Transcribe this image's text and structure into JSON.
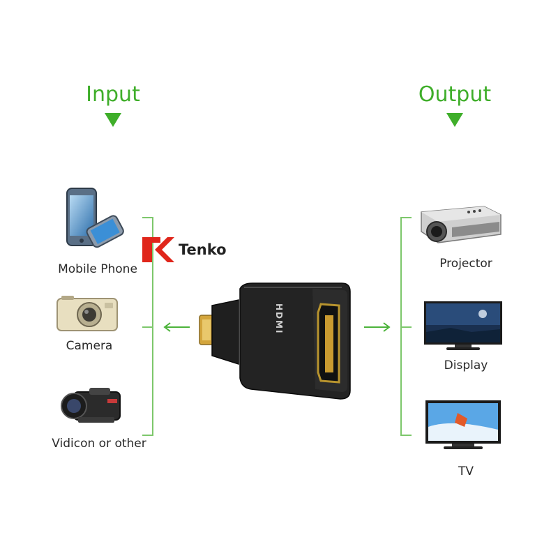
{
  "input": {
    "heading": "Input"
  },
  "output": {
    "heading": "Output"
  },
  "input_devices": [
    {
      "label": "Mobile Phone",
      "icon": "mobile-phone-icon"
    },
    {
      "label": "Camera",
      "icon": "camera-icon"
    },
    {
      "label": "Vidicon or other",
      "icon": "camcorder-icon"
    }
  ],
  "output_devices": [
    {
      "label": "Projector",
      "icon": "projector-icon"
    },
    {
      "label": "Display",
      "icon": "display-icon"
    },
    {
      "label": "TV",
      "icon": "tv-icon"
    }
  ],
  "adapter": {
    "port_print": "HDMI"
  },
  "brand": {
    "name": "Tenko",
    "mark_color": "#e0261b"
  },
  "colors": {
    "accent_green": "#3fae2a",
    "bracket_green": "#7dc76b"
  }
}
